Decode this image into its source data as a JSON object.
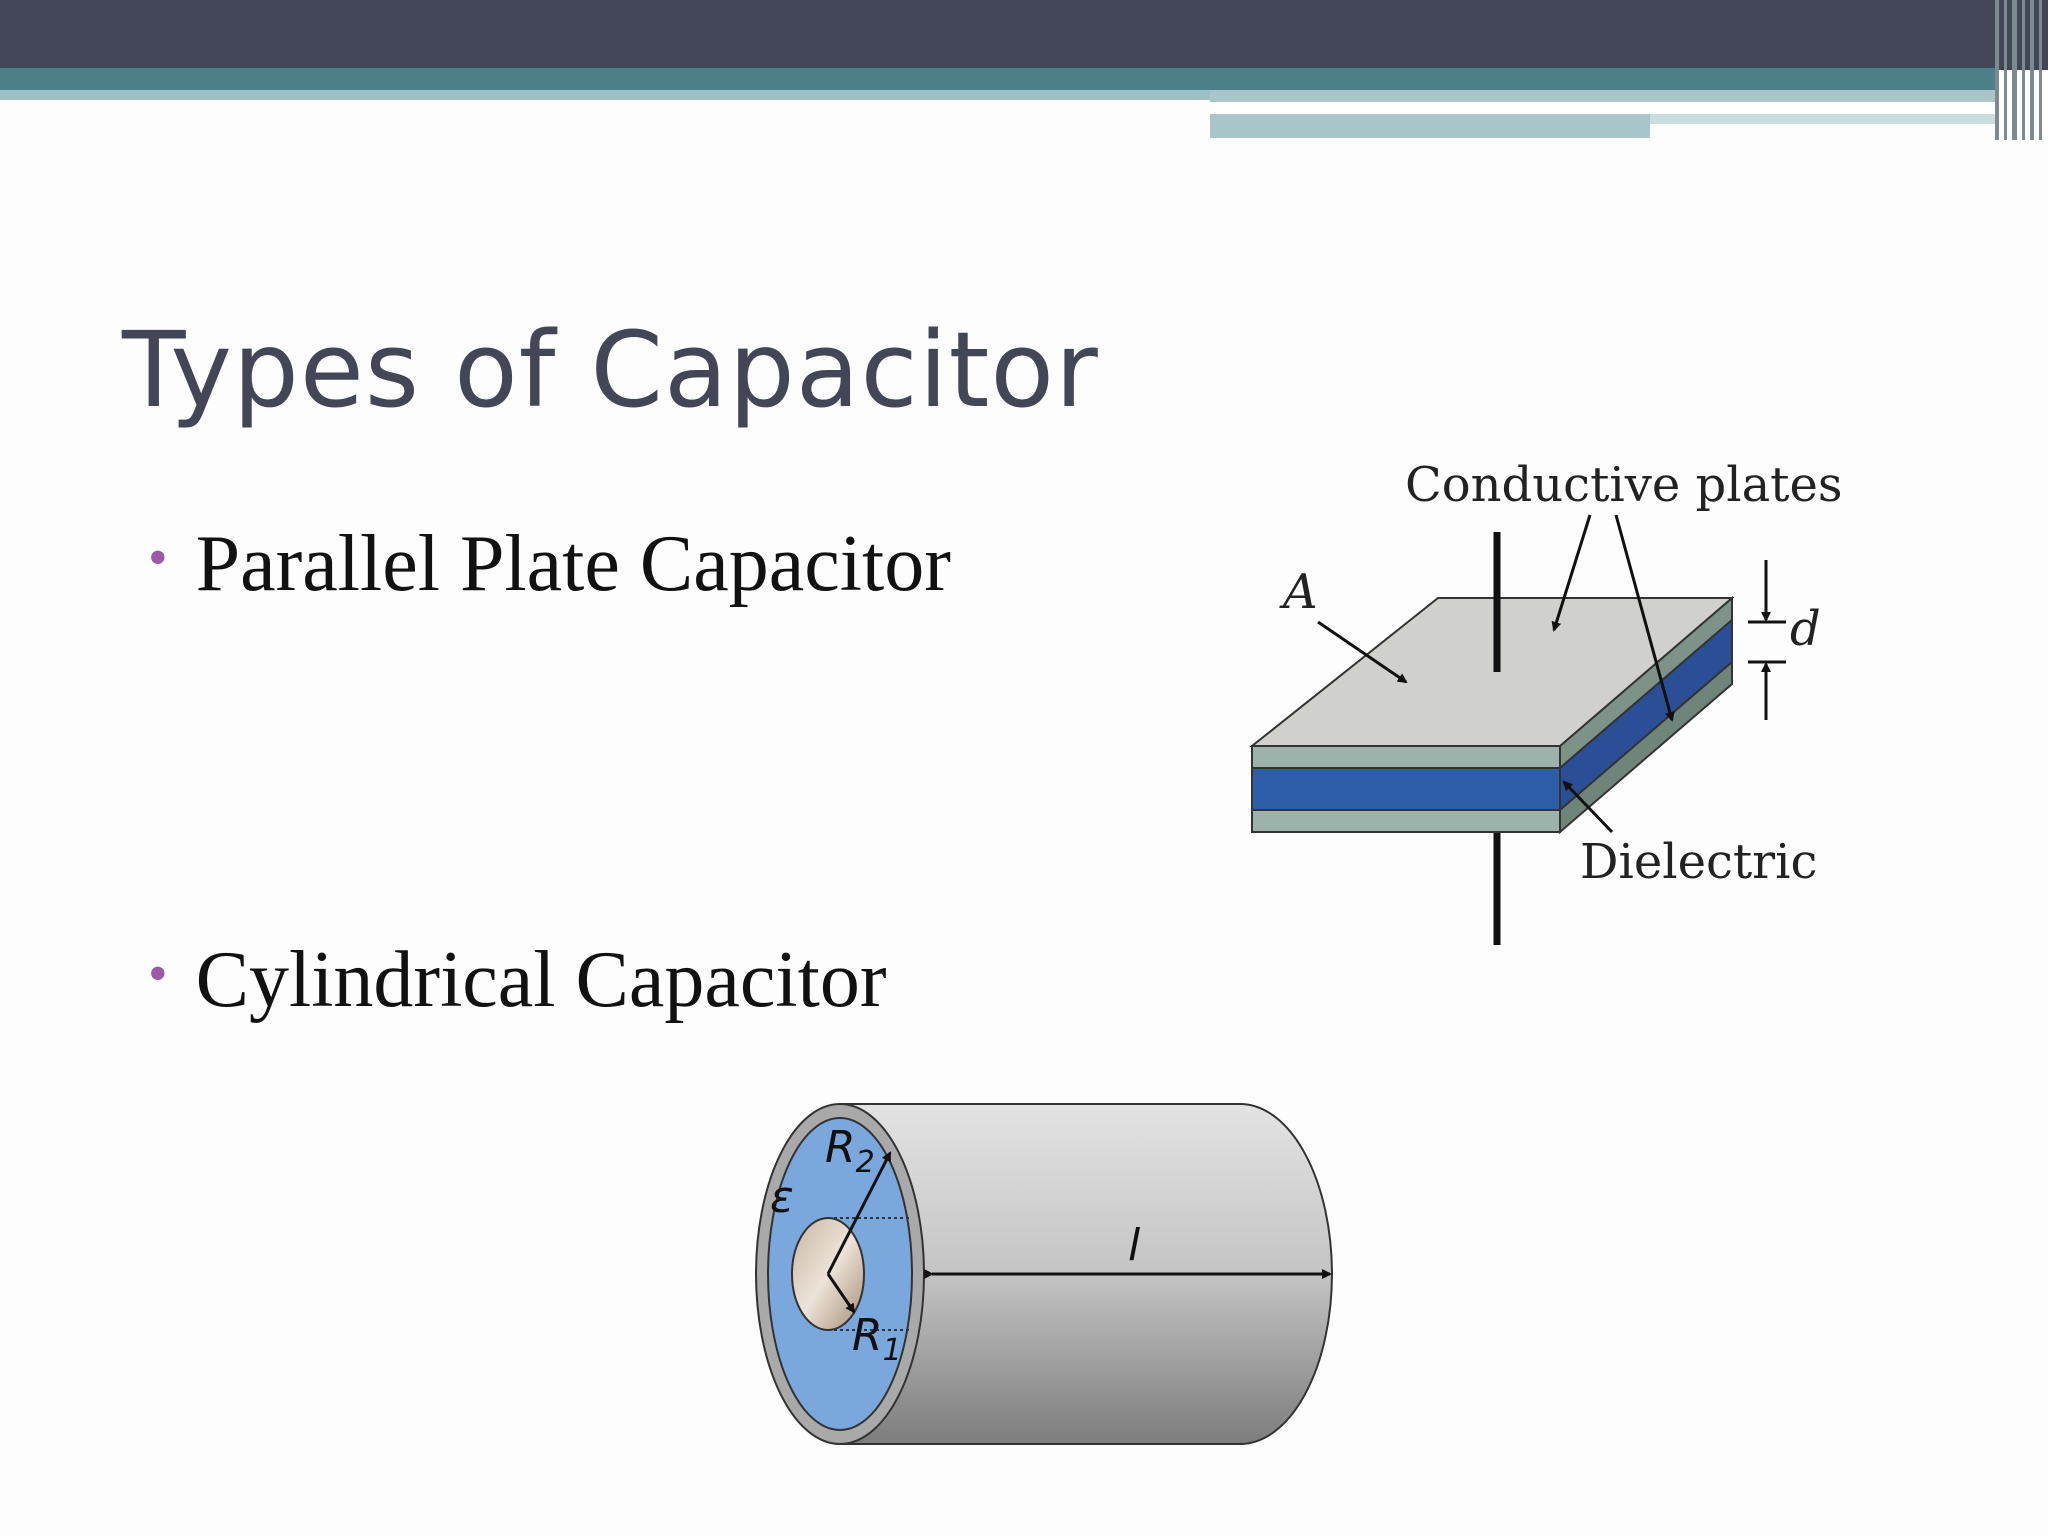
{
  "slide": {
    "title": "Types of Capacitor",
    "bullets": [
      "Parallel Plate Capacitor",
      "Cylindrical Capacitor"
    ],
    "bullet_marker": "•"
  },
  "parallel_plate_diagram": {
    "label_plates": "Conductive plates",
    "label_area": "A",
    "label_distance": "d",
    "label_dielectric": "Dielectric"
  },
  "cylindrical_diagram": {
    "label_outer_radius": "R",
    "label_outer_radius_sub": "2",
    "label_inner_radius": "R",
    "label_inner_radius_sub": "1",
    "label_permittivity": "ε",
    "label_length": "l"
  },
  "colors": {
    "header": "#434656",
    "accent_teal": "#4a8086",
    "bullet": "#9e58a8",
    "dielectric_blue": "#2e5ea8",
    "plate_grey": "#d0d1cd",
    "cylinder_face_blue": "#7aa8dc"
  }
}
